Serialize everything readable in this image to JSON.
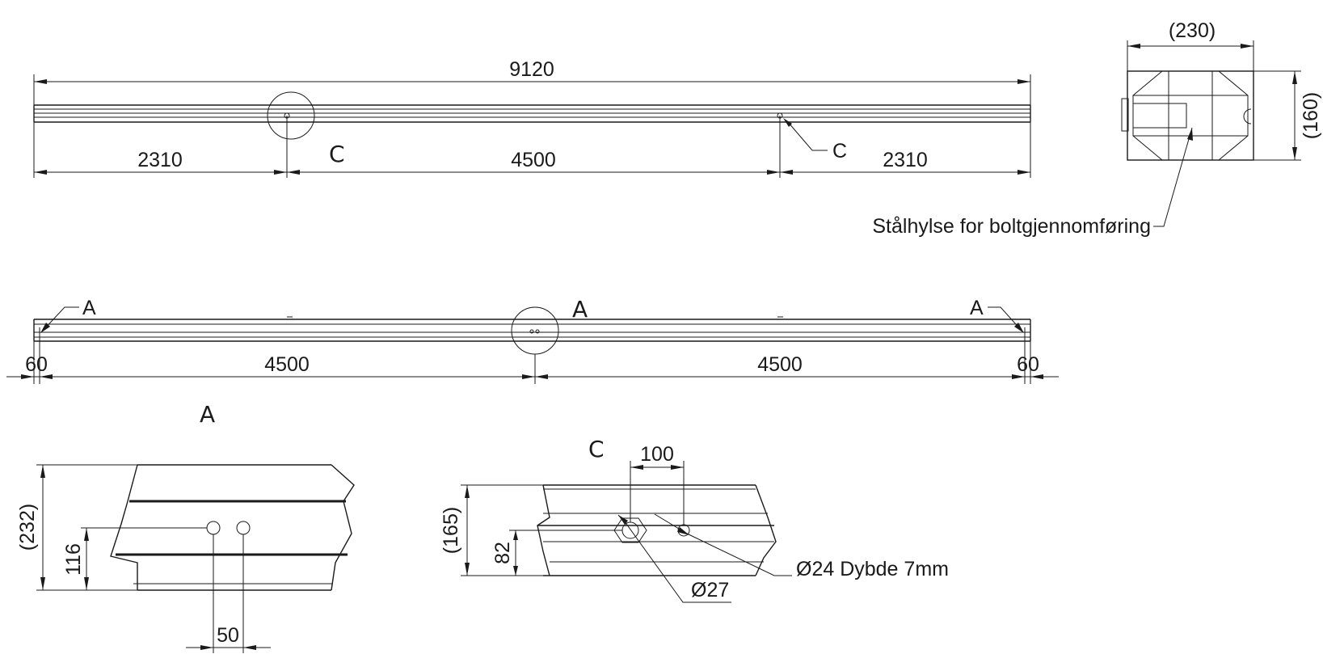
{
  "top_view": {
    "overall_length": "9120",
    "seg_left": "2310",
    "seg_mid": "4500",
    "seg_right": "2310",
    "detail_c_mark": "C",
    "detail_c_leader": "C"
  },
  "end_view": {
    "width": "(230)",
    "height": "(160)",
    "callout": "Stålhylse for boltgjennomføring"
  },
  "side_view": {
    "leader_left": "A",
    "leader_right": "A",
    "detail_a_mark": "A",
    "end_left": "60",
    "seg_left": "4500",
    "seg_right": "4500",
    "end_right": "60"
  },
  "detail_a": {
    "title": "A",
    "height": "(232)",
    "hole_height": "116",
    "hole_spacing": "50"
  },
  "detail_c": {
    "title": "C",
    "spacing": "100",
    "height": "(165)",
    "hole_height": "82",
    "large_hole": "Ø27",
    "small_hole": "Ø24 Dybde 7mm"
  }
}
